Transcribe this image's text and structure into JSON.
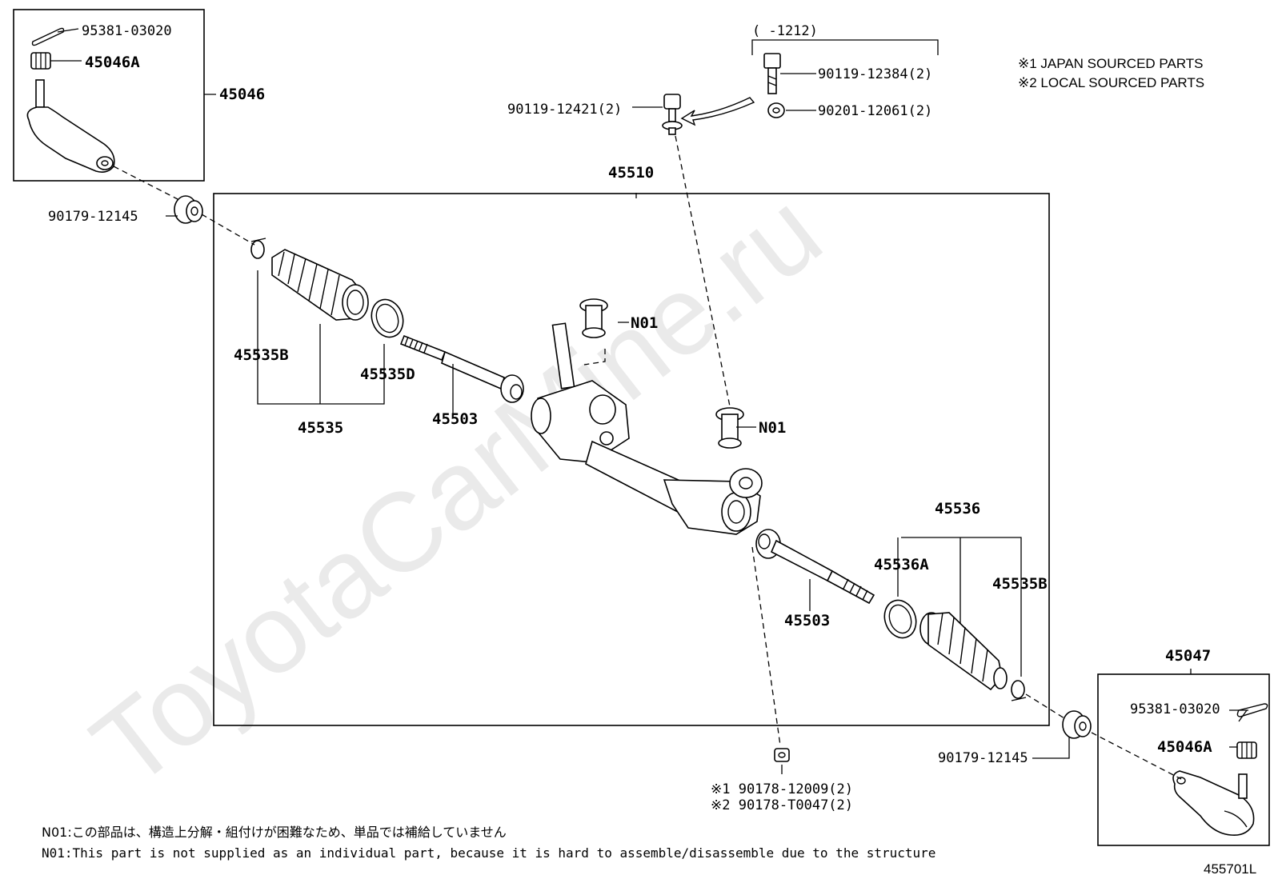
{
  "watermark": "ToyotaCarMine.ru",
  "notes": {
    "japan": "※1 JAPAN SOURCED PARTS",
    "local": "※2 LOCAL SOURCED PARTS"
  },
  "bolt_group": {
    "range": "(     -1212)",
    "bolt": "90119-12384(2)",
    "nut": "90201-12061(2)"
  },
  "labels": {
    "cotter_pin_left": "95381-03020",
    "nut_45046a_left": "45046A",
    "tie_rod_end_left": "45046",
    "bushing_left": "90179-12145",
    "bolt_mount": "90119-12421(2)",
    "gear_assembly": "45510",
    "n01_upper": "N01",
    "n01_lower": "N01",
    "boot_clamp_b_left": "45535B",
    "boot_clamp_d_left": "45535D",
    "boot_left": "45535",
    "rack_end_left": "45503",
    "boot_right": "45536",
    "boot_clamp_a_right": "45536A",
    "boot_clamp_b_right": "45535B",
    "rack_end_right": "45503",
    "tie_rod_end_right": "45047",
    "cotter_pin_right": "95381-03020",
    "nut_45046a_right": "45046A",
    "bushing_right": "90179-12145",
    "nut_bottom_1": "※1 90178-12009(2)",
    "nut_bottom_2": "※2 90178-T0047(2)"
  },
  "footer": {
    "ja": "N01:この部品は、構造上分解・組付けが困難なため、単品では補給していません",
    "en": "N01:This part is not supplied as an individual part, because it is hard to assemble/disassemble due to the structure",
    "code": "455701L"
  }
}
